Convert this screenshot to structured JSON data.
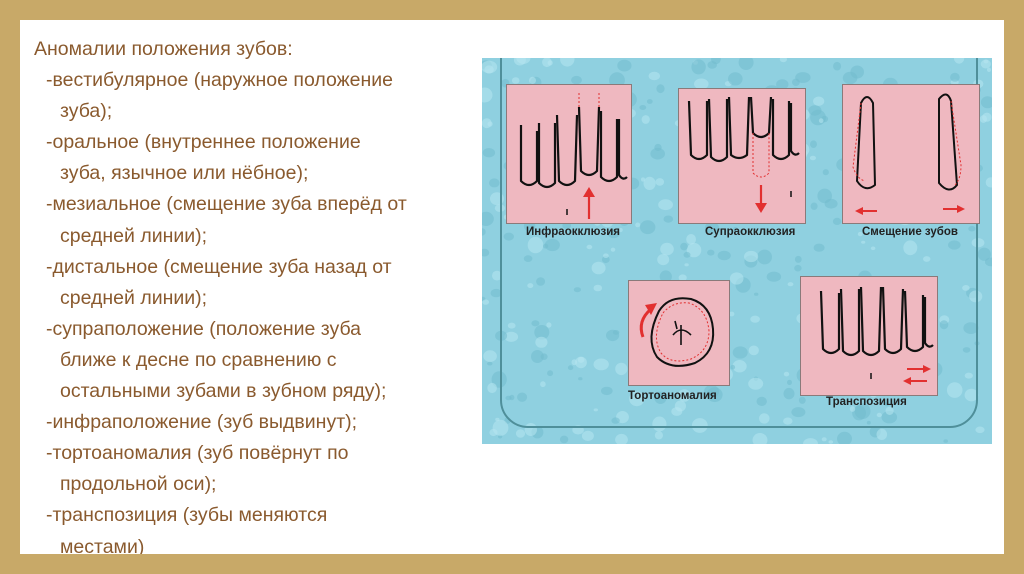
{
  "text": {
    "title": "Аномалии положения зубов:",
    "lines": [
      {
        "kind": "item",
        "text": "-вестибулярное (наружное положение"
      },
      {
        "kind": "cont",
        "text": "зуба);"
      },
      {
        "kind": "item",
        "text": "-оральное (внутреннее положение"
      },
      {
        "kind": "cont",
        "text": "зуба, язычное или нёбное);"
      },
      {
        "kind": "item",
        "text": "-мезиальное (смещение зуба вперёд от"
      },
      {
        "kind": "cont",
        "text": "средней линии);"
      },
      {
        "kind": "item",
        "text": "-дистальное (смещение зуба назад от"
      },
      {
        "kind": "cont",
        "text": "средней линии);"
      },
      {
        "kind": "item",
        "text": "-супраположение (положение зуба"
      },
      {
        "kind": "cont",
        "text": "ближе к десне по сравнению с"
      },
      {
        "kind": "cont",
        "text": "остальными зубами в зубном ряду);"
      },
      {
        "kind": "item",
        "text": "-инфраположение (зуб выдвинут);"
      },
      {
        "kind": "item",
        "text": "-тортоаномалия (зуб повёрнут по"
      },
      {
        "kind": "cont",
        "text": "продольной оси);"
      },
      {
        "kind": "item",
        "text": "-транспозиция (зубы меняются"
      },
      {
        "kind": "cont",
        "text": "местами)"
      }
    ]
  },
  "figure": {
    "captions": {
      "infra": "Инфраокклюзия",
      "supra": "Супраокклюзия",
      "shift": "Смещение зубов",
      "torto": "Тортоаномалия",
      "trans": "Транспозиция"
    },
    "colors": {
      "panel": "#efb8c0",
      "arrow": "#e23030",
      "background": "#8fd0e0",
      "frame": "#4f8f9a"
    }
  }
}
